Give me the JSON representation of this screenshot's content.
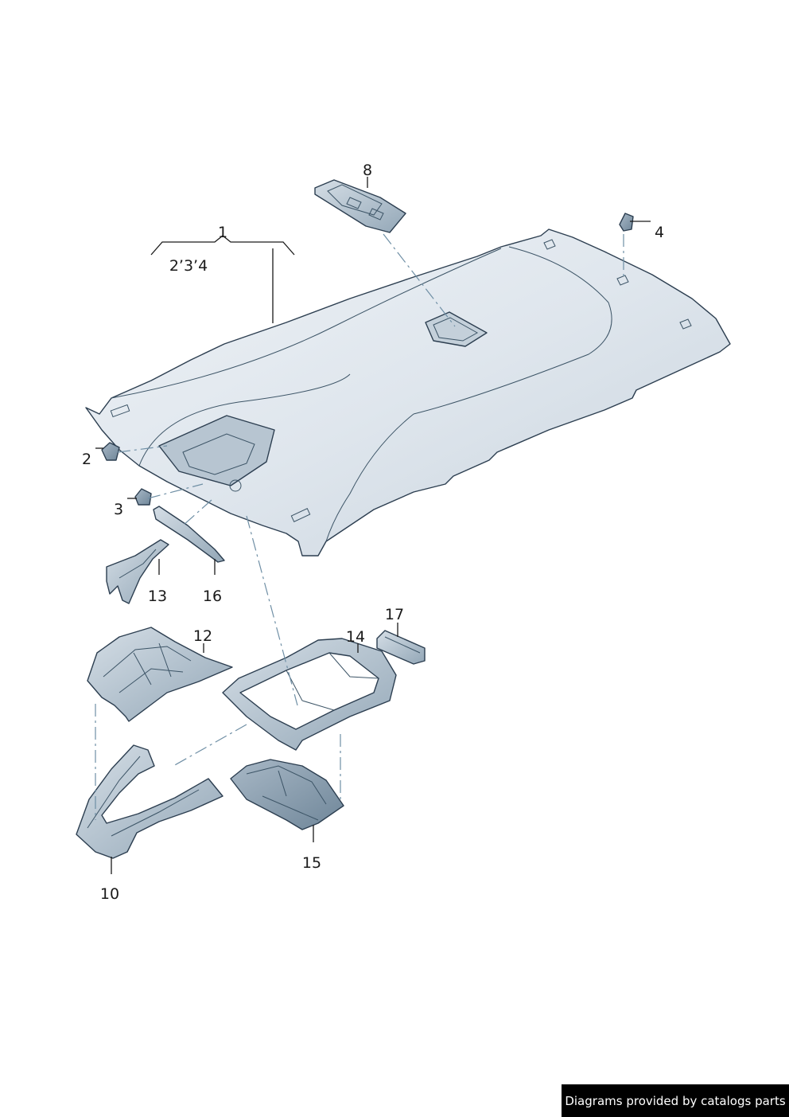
{
  "callouts": {
    "c1": "1",
    "c1_sub": "2’3’4",
    "c2": "2",
    "c3": "3",
    "c4": "4",
    "c8": "8",
    "c10": "10",
    "c12": "12",
    "c13": "13",
    "c14": "14",
    "c15": "15",
    "c16": "16",
    "c17": "17"
  },
  "footer": {
    "text": "Diagrams provided by catalogs parts"
  },
  "colors": {
    "part_fill_light": "#e3e9ef",
    "part_fill_mid": "#c9d4de",
    "part_fill_dark": "#8ea3b4",
    "outline": "#2c3e50",
    "leader": "#1a1a1a",
    "footer_bg": "#000000",
    "footer_text": "#ffffff"
  }
}
